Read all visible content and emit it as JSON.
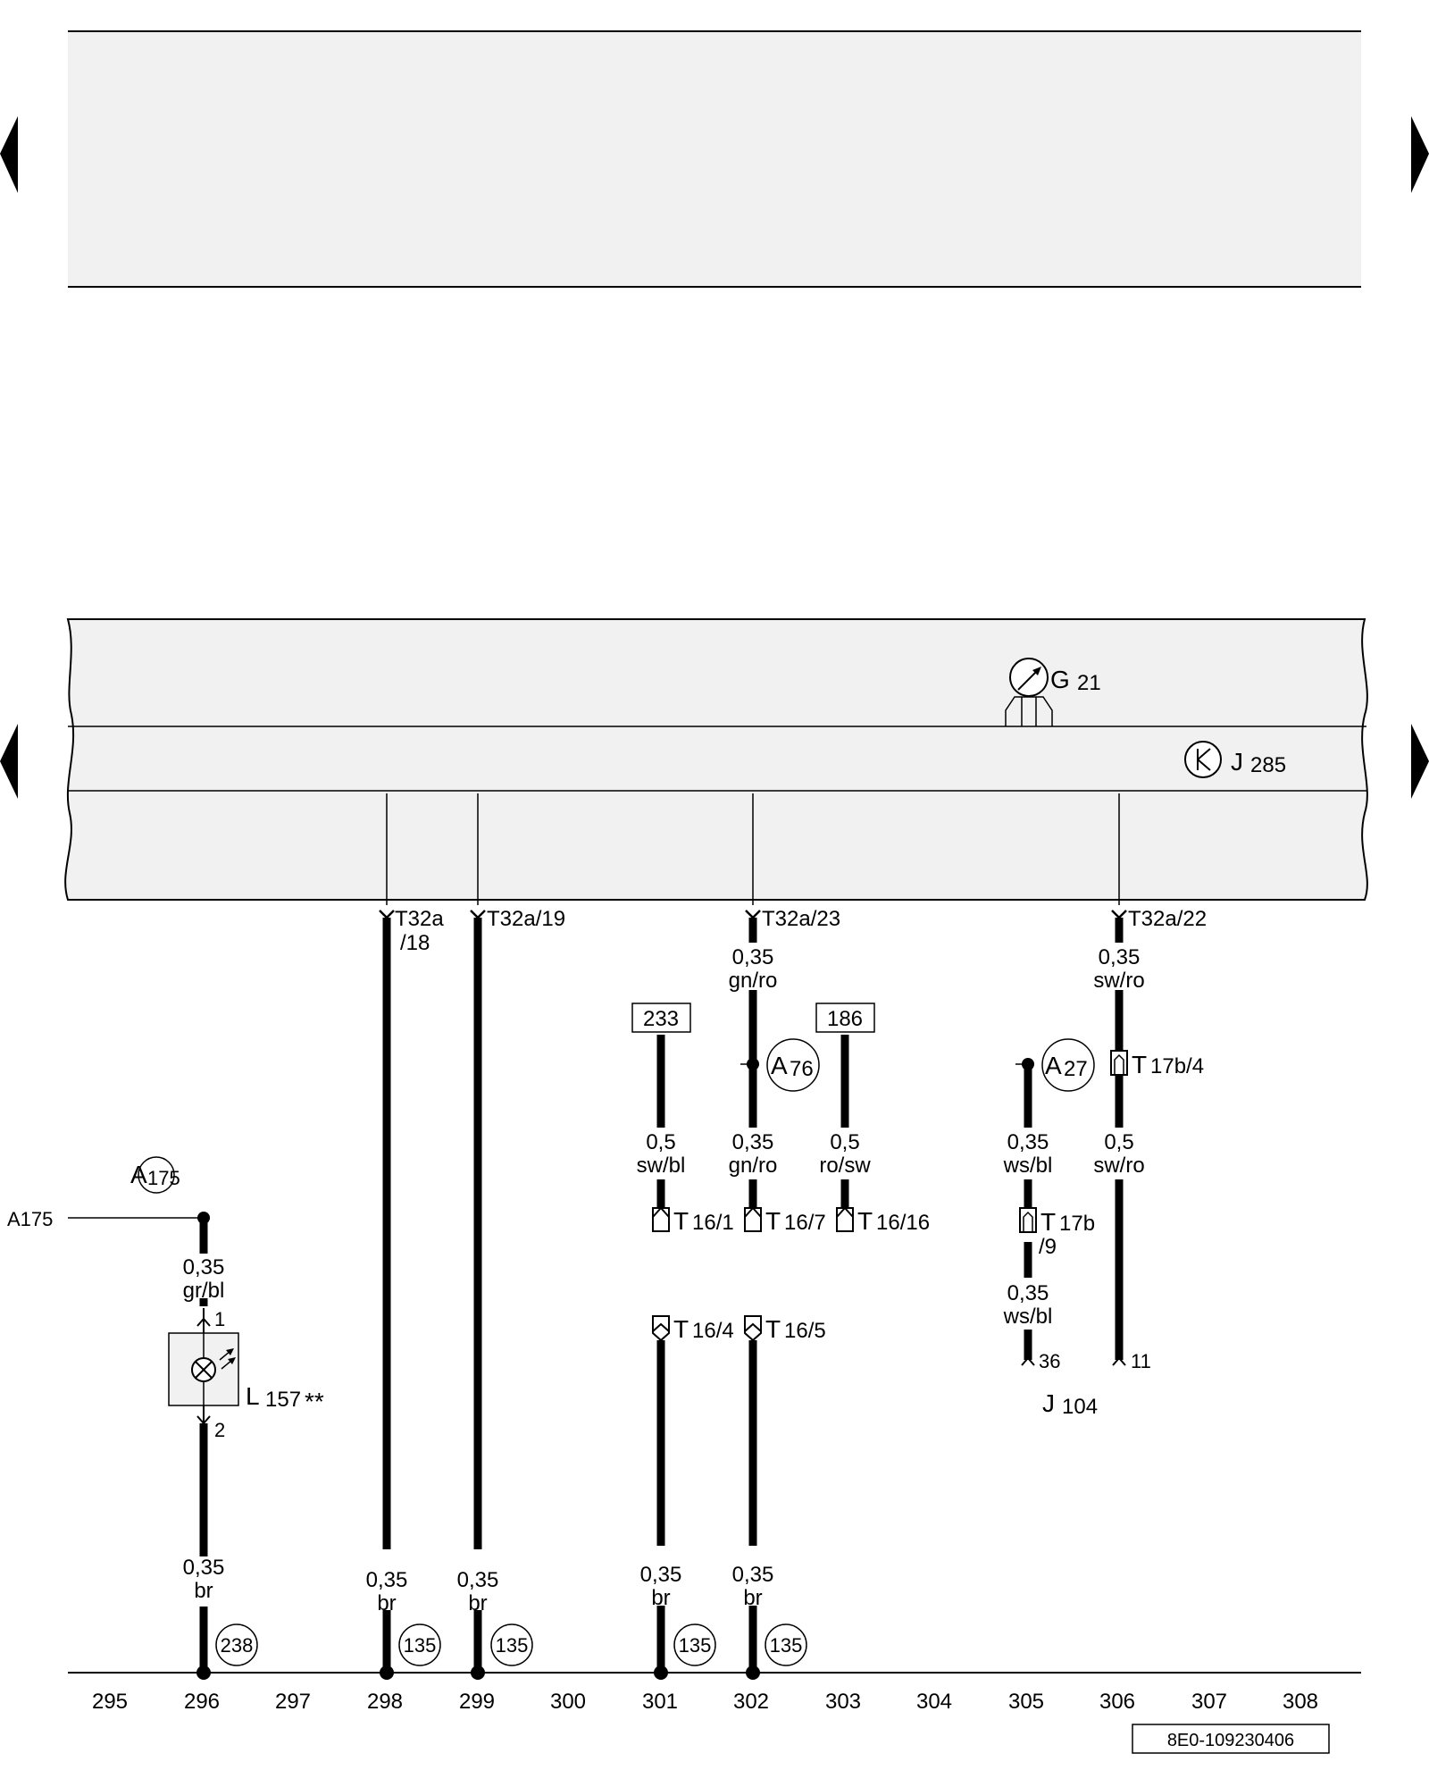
{
  "diagram_id": "8E0-109230406",
  "top_panel": {},
  "components": {
    "g21": {
      "letter": "G",
      "num": "21"
    },
    "j285": {
      "letter": "J",
      "num": "285"
    },
    "j104": {
      "letter": "J",
      "num": "104"
    },
    "l157": {
      "letter": "L",
      "num": "157",
      "mark": "**"
    }
  },
  "connectors": {
    "t32a_18": {
      "line1": "T32a",
      "line2": "/18"
    },
    "t32a_19": "T32a/19",
    "t32a_23": "T32a/23",
    "t32a_22": "T32a/22",
    "t17b_4": {
      "prefix": "T",
      "rest": "17b/4"
    },
    "t17b_9": {
      "prefix": "T",
      "rest": "17b",
      "line2": "/9"
    },
    "t16_1": {
      "prefix": "T",
      "rest": "16/1"
    },
    "t16_7": {
      "prefix": "T",
      "rest": "16/7"
    },
    "t16_16": {
      "prefix": "T",
      "rest": "16/16"
    },
    "t16_4": {
      "prefix": "T",
      "rest": "16/4"
    },
    "t16_5": {
      "prefix": "T",
      "rest": "16/5"
    }
  },
  "ref_boxes": {
    "r233": "233",
    "r186": "186"
  },
  "points": {
    "a175": {
      "letter": "A",
      "num": "175"
    },
    "a76": {
      "letter": "A",
      "num": "76"
    },
    "a27": {
      "letter": "A",
      "num": "27"
    },
    "a175_ext": "A175"
  },
  "wires": {
    "w296_top": {
      "size": "0,35",
      "color": "gr/bl"
    },
    "w296_bot": {
      "size": "0,35",
      "color": "br"
    },
    "w298": {
      "size": "0,35",
      "color": "br"
    },
    "w299": {
      "size": "0,35",
      "color": "br"
    },
    "w301_top": {
      "size": "0,5",
      "color": "sw/bl"
    },
    "w301_bot": {
      "size": "0,35",
      "color": "br"
    },
    "w302_a": {
      "size": "0,35",
      "color": "gn/ro"
    },
    "w302_b": {
      "size": "0,35",
      "color": "gn/ro"
    },
    "w302_bot": {
      "size": "0,35",
      "color": "br"
    },
    "w303": {
      "size": "0,5",
      "color": "ro/sw"
    },
    "w305_a": {
      "size": "0,35",
      "color": "ws/bl"
    },
    "w305_b": {
      "size": "0,35",
      "color": "ws/bl"
    },
    "w306_a": {
      "size": "0,35",
      "color": "sw/ro"
    },
    "w306_b": {
      "size": "0,5",
      "color": "sw/ro"
    }
  },
  "pins": {
    "l157_p1": "1",
    "l157_p2": "2",
    "j104_p36": "36",
    "j104_p11": "11"
  },
  "ground_refs": {
    "g296": "238",
    "g298": "135",
    "g299": "135",
    "g301": "135",
    "g302": "135"
  },
  "tracks": [
    "295",
    "296",
    "297",
    "298",
    "299",
    "300",
    "301",
    "302",
    "303",
    "304",
    "305",
    "306",
    "307",
    "308"
  ]
}
